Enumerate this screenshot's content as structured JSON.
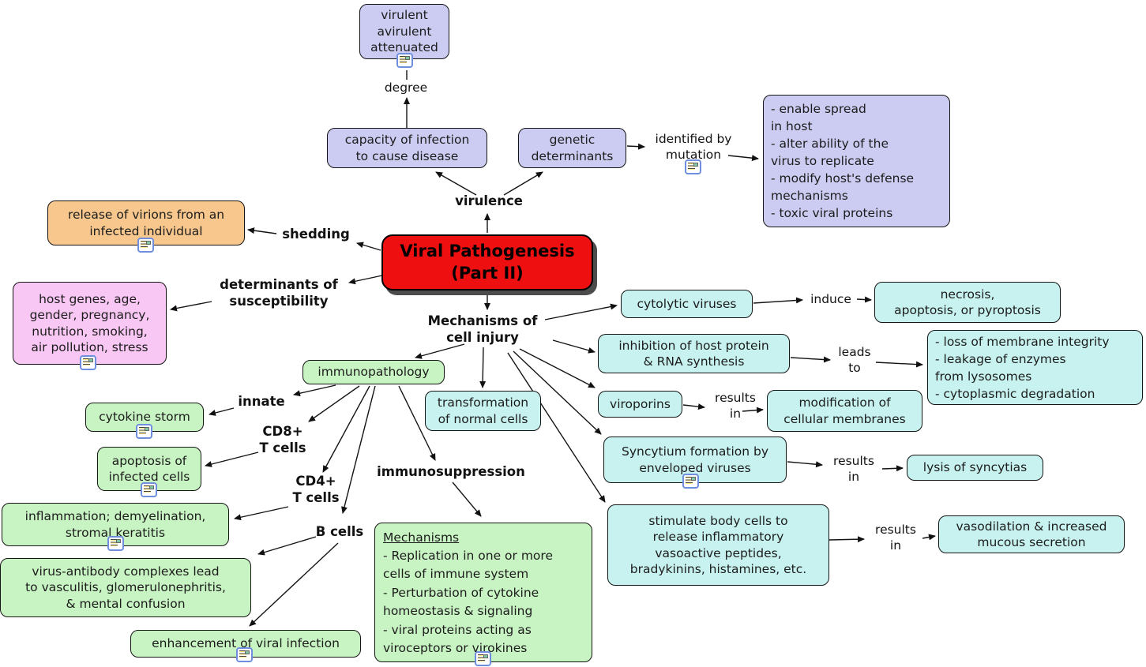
{
  "colors": {
    "lavender": "#ccccf2",
    "red": "#ee1010",
    "orange": "#f7c78d",
    "pink": "#f8c7f3",
    "cyan": "#c7f2ef",
    "green": "#c8f3c2"
  },
  "nodes": {
    "virulence_types": {
      "text": "virulent\navirulent\nattenuated"
    },
    "capacity": {
      "text": "capacity of infection\nto cause disease"
    },
    "genetic_determinants": {
      "text": "genetic\ndeterminants"
    },
    "mutation_effects": {
      "text": "- enable spread\n  in host\n- alter ability of the\n  virus to replicate\n- modify host's defense\n  mechanisms\n- toxic viral proteins"
    },
    "main_topic": {
      "text": "Viral Pathogenesis\n(Part II)"
    },
    "release_of_virions": {
      "text": "release of virions from an\ninfected individual"
    },
    "host_factors": {
      "text": "host genes, age,\ngender, pregnancy,\nnutrition, smoking,\nair pollution, stress"
    },
    "cytolytic_viruses": {
      "text": "cytolytic viruses"
    },
    "necrosis": {
      "text": "necrosis,\napoptosis, or pyroptosis"
    },
    "inhibition": {
      "text": "inhibition of host protein\n& RNA synthesis"
    },
    "membrane_damage": {
      "text": "- loss of membrane integrity\n- leakage of enzymes\n  from lysosomes\n- cytoplasmic degradation"
    },
    "viroporins": {
      "text": "viroporins"
    },
    "membrane_modification": {
      "text": "modification of\ncellular membranes"
    },
    "syncytium_formation": {
      "text": "Syncytium formation by\nenveloped viruses"
    },
    "lysis_of_syncytias": {
      "text": "lysis of syncytias"
    },
    "stimulate_body_cells": {
      "text": "stimulate body cells to\nrelease inflammatory\nvasoactive peptides,\nbradykinins, histamines, etc."
    },
    "vasodilation": {
      "text": "vasodilation & increased\nmucous secretion"
    },
    "immunopathology": {
      "text": "immunopathology"
    },
    "transformation": {
      "text": "transformation\nof normal cells"
    },
    "cytokine_storm": {
      "text": "cytokine storm"
    },
    "apoptosis_infected": {
      "text": "apoptosis of\ninfected cells"
    },
    "inflammation": {
      "text": "inflammation; demyelination,\nstromal keratitis"
    },
    "immune_complexes": {
      "text": "virus-antibody complexes lead\nto vasculitis, glomerulonephritis,\n& mental confusion"
    },
    "enhancement": {
      "text": "enhancement of viral infection"
    },
    "immunosuppression_mechanisms": {
      "header": "Mechanisms",
      "text": "-  Replication in one or more\n   cells of immune system\n-  Perturbation of cytokine\n   homeostasis & signaling\n-  viral proteins acting as\n   viroceptors or virokines"
    }
  },
  "labels": {
    "degree": {
      "text": "degree"
    },
    "virulence": {
      "text": "virulence"
    },
    "identified_by_mutation": {
      "text": "identified by\nmutation"
    },
    "shedding": {
      "text": "shedding"
    },
    "determinants_of_susceptibility": {
      "text": "determinants of\nsusceptibility"
    },
    "mechanisms_of_cell_injury": {
      "text": "Mechanisms of\ncell injury"
    },
    "induce": {
      "text": "induce"
    },
    "leads_to": {
      "text": "leads\nto"
    },
    "results_in_a": {
      "text": "results\nin"
    },
    "results_in_b": {
      "text": "results\nin"
    },
    "results_in_c": {
      "text": "results\nin"
    },
    "innate": {
      "text": "innate"
    },
    "cd8_t_cells": {
      "text": "CD8+\nT cells"
    },
    "cd4_t_cells": {
      "text": "CD4+\nT cells"
    },
    "b_cells": {
      "text": "B cells"
    },
    "immunosuppression": {
      "text": "immunosuppression"
    }
  },
  "icon": {
    "name": "resource-icon"
  }
}
